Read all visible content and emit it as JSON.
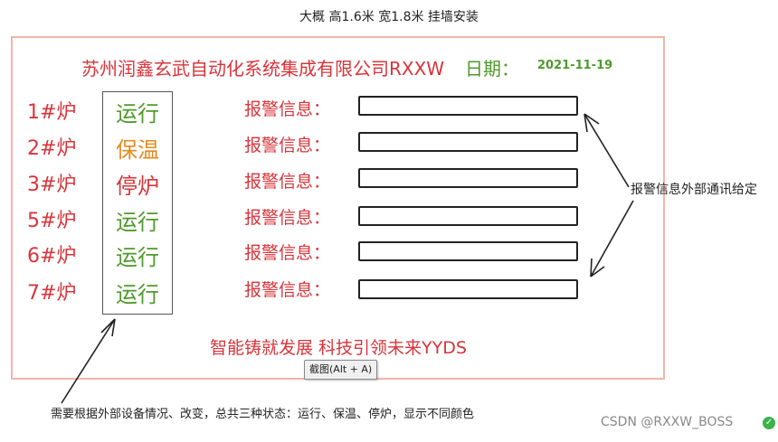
{
  "top_note": "大概 高1.6米 宽1.8米 挂墙安装",
  "header": {
    "company": "苏州润鑫玄武自动化系统集成有限公司RXXW",
    "date_label": "日期：",
    "date_value": "2021-11-19"
  },
  "rows": [
    {
      "furnace": "1#炉",
      "status": "运行",
      "status_color": "#4f9a2c",
      "alarm_label": "报警信息："
    },
    {
      "furnace": "2#炉",
      "status": "保温",
      "status_color": "#e58a1f",
      "alarm_label": "报警信息："
    },
    {
      "furnace": "3#炉",
      "status": "停炉",
      "status_color": "#d8343a",
      "alarm_label": "报警信息："
    },
    {
      "furnace": "5#炉",
      "status": "运行",
      "status_color": "#4f9a2c",
      "alarm_label": "报警信息："
    },
    {
      "furnace": "6#炉",
      "status": "运行",
      "status_color": "#4f9a2c",
      "alarm_label": "报警信息："
    },
    {
      "furnace": "7#炉",
      "status": "运行",
      "status_color": "#4f9a2c",
      "alarm_label": "报警信息："
    }
  ],
  "slogan": "智能铸就发展 科技引领未来YYDS",
  "tooltip": "截图(Alt + A)",
  "side_note": "报警信息外部通讯给定",
  "bottom_note": "需要根据外部设备情况、改变，总共三种状态：运行、保温、停炉，显示不同颜色",
  "watermark": "CSDN @RXXW_BOSS",
  "colors": {
    "border": "#f2b5a8",
    "red": "#d8343a",
    "green": "#4f9a2c",
    "orange": "#e58a1f"
  },
  "icons": {
    "watermark_badge": "check-circle-icon"
  }
}
